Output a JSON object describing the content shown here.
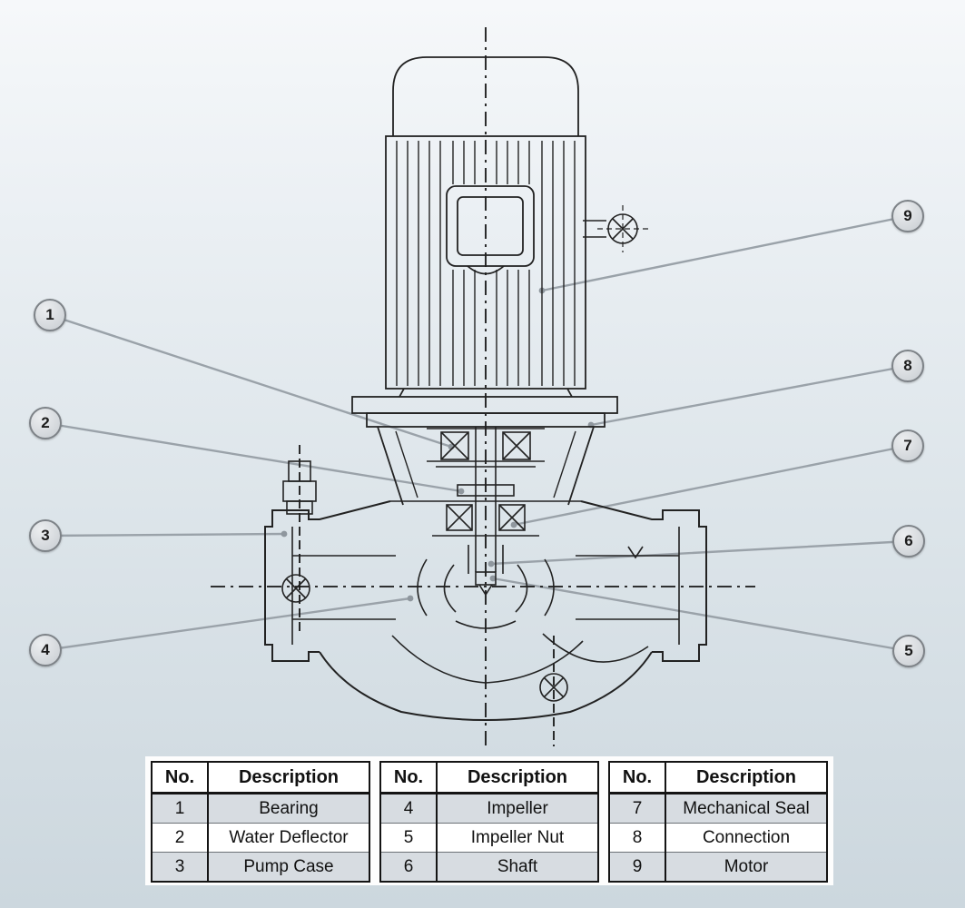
{
  "colors": {
    "leader_line": "#9aa2a9",
    "drawing_line": "#222222",
    "callout_fill": "#d3d7db"
  },
  "callouts": [
    {
      "label": "1"
    },
    {
      "label": "2"
    },
    {
      "label": "3"
    },
    {
      "label": "4"
    },
    {
      "label": "5"
    },
    {
      "label": "6"
    },
    {
      "label": "7"
    },
    {
      "label": "8"
    },
    {
      "label": "9"
    }
  ],
  "tables": [
    {
      "headers": [
        "No.",
        "Description"
      ],
      "rows": [
        [
          "1",
          "Bearing"
        ],
        [
          "2",
          "Water Deflector"
        ],
        [
          "3",
          "Pump Case"
        ]
      ]
    },
    {
      "headers": [
        "No.",
        "Description"
      ],
      "rows": [
        [
          "4",
          "Impeller"
        ],
        [
          "5",
          "Impeller Nut"
        ],
        [
          "6",
          "Shaft"
        ]
      ]
    },
    {
      "headers": [
        "No.",
        "Description"
      ],
      "rows": [
        [
          "7",
          "Mechanical Seal"
        ],
        [
          "8",
          "Connection"
        ],
        [
          "9",
          "Motor"
        ]
      ]
    }
  ]
}
